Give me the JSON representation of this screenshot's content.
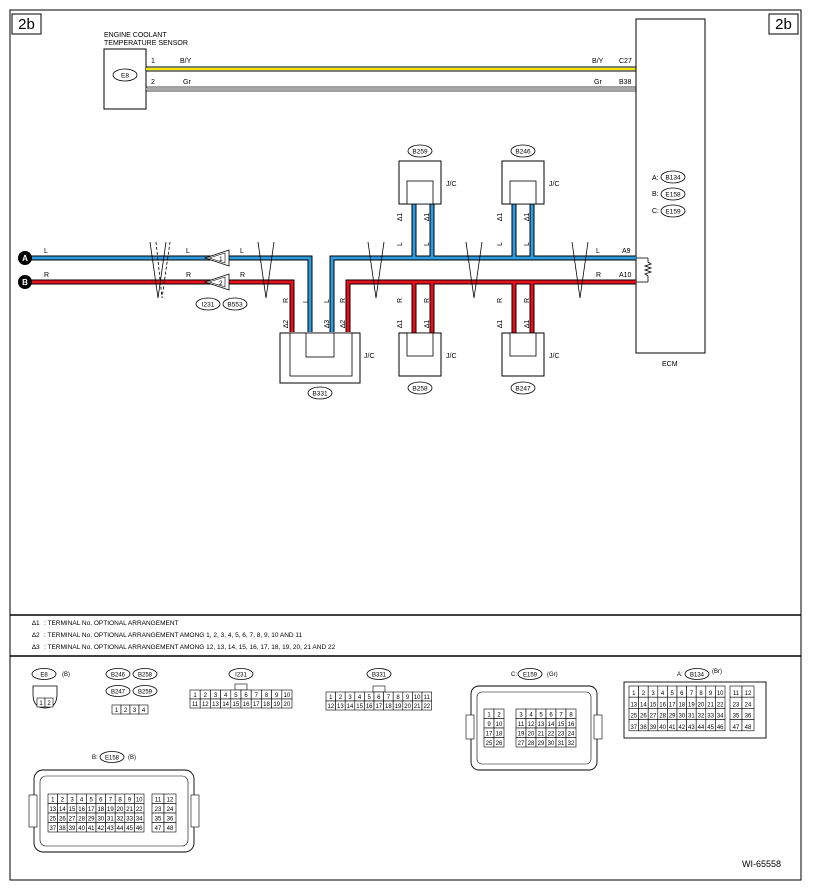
{
  "page_tag": "2b",
  "figure_id": "WI-65558",
  "sensor": {
    "title_line1": "ENGINE COOLANT",
    "title_line2": "TEMPERATURE SENSOR",
    "connector": "E8"
  },
  "sensor_wires": [
    {
      "pin": "1",
      "color": "B/Y",
      "ecm_color": "B/Y",
      "ecm_pin": "C27"
    },
    {
      "pin": "2",
      "color": "Gr",
      "ecm_color": "Gr",
      "ecm_pin": "B38"
    }
  ],
  "ecm": {
    "label": "ECM",
    "connectors": [
      "A:",
      "B134",
      "B:",
      "E158",
      "C:",
      "E159"
    ]
  },
  "bus_lines": {
    "A": "A",
    "B": "B",
    "L": "L",
    "R": "R",
    "pin_a9": "A9",
    "pin_a10": "A10",
    "pin_l_plug": "1",
    "pin_r_plug": "2"
  },
  "plug_connectors": [
    "I231",
    "B553"
  ],
  "joint_connectors": [
    {
      "id": "B259",
      "type": "J/C"
    },
    {
      "id": "B246",
      "type": "J/C"
    },
    {
      "id": "B331",
      "type": "J/C"
    },
    {
      "id": "B258",
      "type": "J/C"
    },
    {
      "id": "B247",
      "type": "J/C"
    }
  ],
  "marks": {
    "star1": "∆1",
    "star2": "∆2",
    "star3": "∆3"
  },
  "notes": [
    {
      "mark": "∆1",
      "text": ": TERMINAL No. OPTIONAL ARRANGEMENT"
    },
    {
      "mark": "∆2",
      "text": ": TERMINAL No. OPTIONAL ARRANGEMENT AMONG 1, 2, 3, 4, 5, 6, 7, 8, 9, 10 AND 11"
    },
    {
      "mark": "∆3",
      "text": ": TERMINAL No. OPTIONAL ARRANGEMENT AMONG 12, 13, 14, 15, 16, 17, 18, 19, 20, 21 AND 22"
    }
  ],
  "connector_views": {
    "e8": {
      "id": "E8",
      "color": "(B)",
      "pins": [
        "1",
        "2"
      ]
    },
    "jc": {
      "ids": [
        "B246",
        "B258",
        "B247",
        "B259"
      ],
      "pins": [
        "1",
        "2",
        "3",
        "4"
      ]
    },
    "i231": {
      "id": "I231",
      "row1": [
        "1",
        "2",
        "3",
        "4",
        "5",
        "6",
        "7",
        "8",
        "9",
        "10"
      ],
      "row2": [
        "11",
        "12",
        "13",
        "14",
        "15",
        "16",
        "17",
        "18",
        "19",
        "20"
      ]
    },
    "b331": {
      "id": "B331",
      "row1": [
        "1",
        "2",
        "3",
        "4",
        "5",
        "6",
        "7",
        "8",
        "9",
        "10",
        "11"
      ],
      "row2": [
        "12",
        "13",
        "14",
        "15",
        "16",
        "17",
        "18",
        "19",
        "20",
        "21",
        "22"
      ]
    },
    "e159": {
      "prefix": "C:",
      "id": "E159",
      "color": "(Gr)",
      "left": [
        [
          "1",
          "2"
        ],
        [
          "9",
          "10"
        ],
        [
          "17",
          "18"
        ],
        [
          "25",
          "26"
        ]
      ],
      "mid": [
        [
          "3",
          "4",
          "5",
          "6",
          "7",
          "8"
        ],
        [
          "11",
          "12",
          "13",
          "14",
          "15",
          "16"
        ],
        [
          "19",
          "20",
          "21",
          "22",
          "23",
          "24"
        ],
        [
          "27",
          "28",
          "29",
          "30",
          "31",
          "32"
        ]
      ]
    },
    "b134": {
      "prefix": "A:",
      "id": "B134",
      "color": "(Br)",
      "main": [
        [
          "1",
          "2",
          "3",
          "4",
          "5",
          "6",
          "7",
          "8",
          "9",
          "10"
        ],
        [
          "13",
          "14",
          "15",
          "16",
          "17",
          "18",
          "19",
          "20",
          "21",
          "22"
        ],
        [
          "25",
          "26",
          "27",
          "28",
          "29",
          "30",
          "31",
          "32",
          "33",
          "34"
        ],
        [
          "37",
          "38",
          "39",
          "40",
          "41",
          "42",
          "43",
          "44",
          "45",
          "46"
        ]
      ],
      "right": [
        [
          "11",
          "12"
        ],
        [
          "23",
          "24"
        ],
        [
          "35",
          "36"
        ],
        [
          "47",
          "48"
        ]
      ]
    },
    "e158": {
      "prefix": "B:",
      "id": "E158",
      "color": "(B)",
      "main": [
        [
          "1",
          "2",
          "3",
          "4",
          "5",
          "6",
          "7",
          "8",
          "9",
          "10"
        ],
        [
          "13",
          "14",
          "15",
          "16",
          "17",
          "18",
          "19",
          "20",
          "21",
          "22"
        ],
        [
          "25",
          "26",
          "27",
          "28",
          "29",
          "30",
          "31",
          "32",
          "33",
          "34"
        ],
        [
          "37",
          "38",
          "39",
          "40",
          "41",
          "42",
          "43",
          "44",
          "45",
          "46"
        ]
      ],
      "right": [
        [
          "11",
          "12"
        ],
        [
          "23",
          "24"
        ],
        [
          "35",
          "36"
        ],
        [
          "47",
          "48"
        ]
      ]
    }
  },
  "colors": {
    "can_high": "#2e9be0",
    "can_low": "#e8101a",
    "by_yellow": "#f2e600",
    "gr_gray": "#a8a8a8",
    "line": "#000000"
  }
}
